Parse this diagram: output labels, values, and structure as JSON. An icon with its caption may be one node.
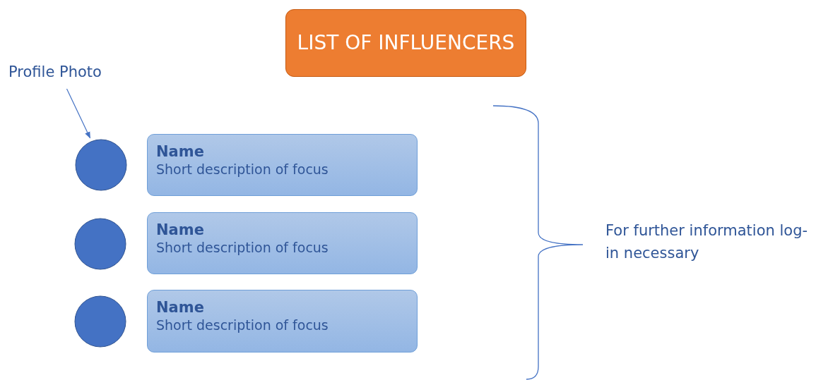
{
  "diagram": {
    "nodes": [
      {
        "text": [
          "LIST OF INFLUENCERS"
        ]
      },
      {
        "text": [
          "Profile Photo"
        ]
      },
      {
        "text": [],
        "shape": "circle"
      },
      {
        "text": [
          "Name",
          "Short description of focus"
        ]
      },
      {
        "text": [],
        "shape": "circle"
      },
      {
        "text": [
          "Name",
          "Short description of focus"
        ]
      },
      {
        "text": [],
        "shape": "circle"
      },
      {
        "text": [
          "Name",
          "Short description of focus"
        ]
      }
    ],
    "edges": [
      {
        "from": 1,
        "to": 2,
        "arrow": "to"
      }
    ],
    "labels": [
      "For further information log-in necessary"
    ]
  }
}
